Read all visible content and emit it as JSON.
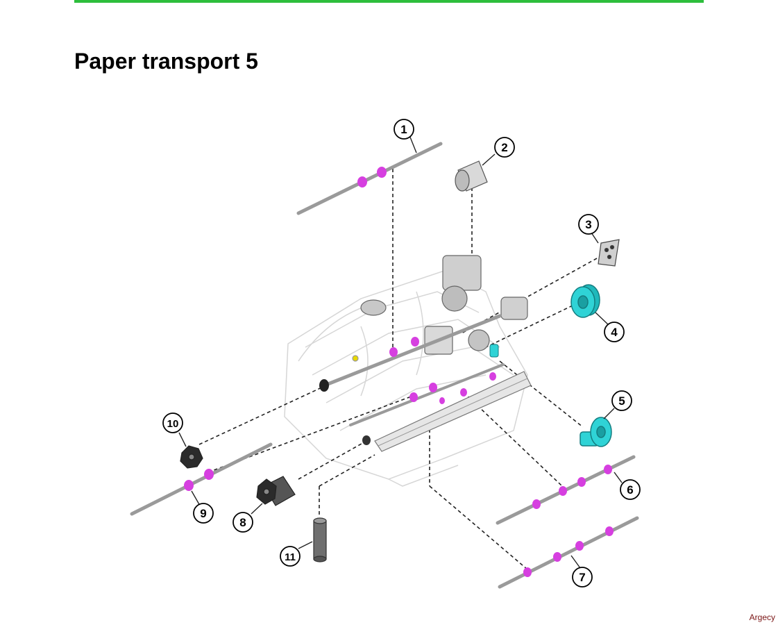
{
  "page": {
    "title": "Paper transport 5",
    "footer": "Argecy"
  },
  "colors": {
    "header_bar": "#2dbe3c",
    "roller_highlight": "#d63fe0",
    "part_highlight": "#2fd3d6",
    "footer_text": "#7a1515"
  },
  "callouts": [
    "1",
    "2",
    "3",
    "4",
    "5",
    "6",
    "7",
    "8",
    "9",
    "10",
    "11"
  ]
}
